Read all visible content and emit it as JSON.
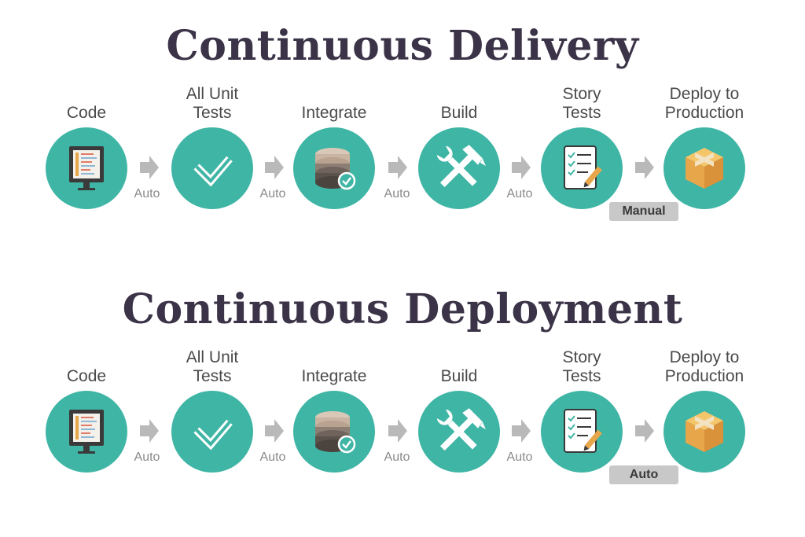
{
  "delivery": {
    "title": "Continuous Delivery",
    "stages": [
      {
        "label": "Code",
        "icon": "code-monitor-icon"
      },
      {
        "label": "All Unit\nTests",
        "icon": "checkmark-icon"
      },
      {
        "label": "Integrate",
        "icon": "database-check-icon"
      },
      {
        "label": "Build",
        "icon": "tools-icon"
      },
      {
        "label": "Story\nTests",
        "icon": "checklist-icon"
      },
      {
        "label": "Deploy to\nProduction",
        "icon": "package-icon"
      }
    ],
    "transitions": [
      "Auto",
      "Auto",
      "Auto",
      "Auto"
    ],
    "final_gate": "Manual"
  },
  "deployment": {
    "title": "Continuous Deployment",
    "stages": [
      {
        "label": "Code",
        "icon": "code-monitor-icon"
      },
      {
        "label": "All Unit\nTests",
        "icon": "checkmark-icon"
      },
      {
        "label": "Integrate",
        "icon": "database-check-icon"
      },
      {
        "label": "Build",
        "icon": "tools-icon"
      },
      {
        "label": "Story\nTests",
        "icon": "checklist-icon"
      },
      {
        "label": "Deploy to\nProduction",
        "icon": "package-icon"
      }
    ],
    "transitions": [
      "Auto",
      "Auto",
      "Auto",
      "Auto"
    ],
    "final_gate": "Auto"
  },
  "colors": {
    "circle": "#3fb5a5",
    "title": "#3b3347",
    "arrow": "#b9b9b9",
    "badge": "#c8c8c8"
  }
}
